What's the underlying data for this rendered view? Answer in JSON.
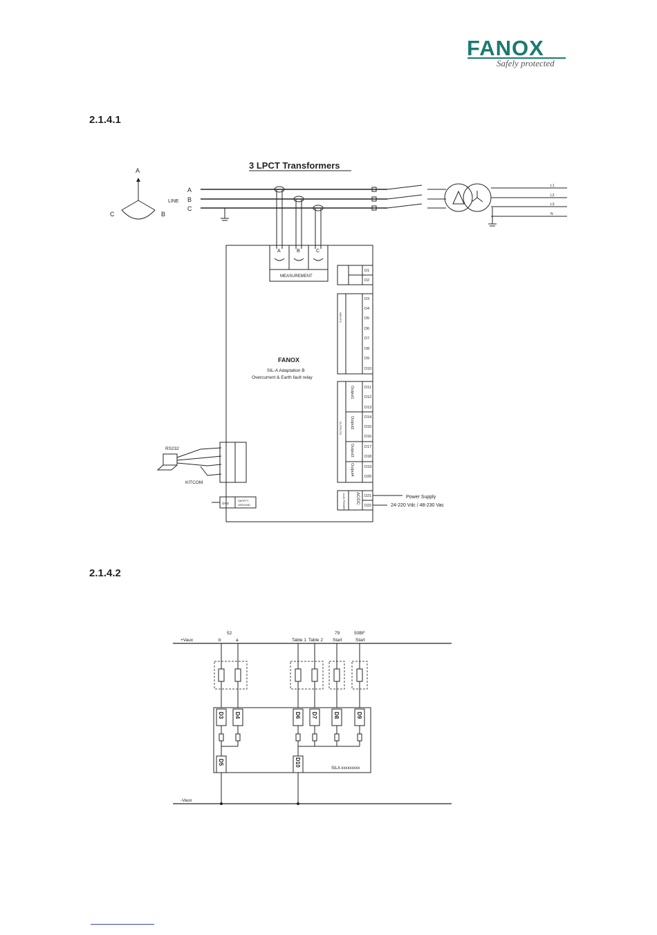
{
  "header": {
    "logo_text": "FANOX",
    "logo_tagline": "Safely protected",
    "brand_color": "#1a7a70"
  },
  "sections": [
    {
      "number": "2.1.4.1"
    },
    {
      "number": "2.1.4.2"
    }
  ],
  "diagram1": {
    "title": "3 LPCT Transformers",
    "phasor_labels": {
      "a": "A",
      "b": "B",
      "c": "C"
    },
    "line_label": "LINE",
    "line_phases": [
      "A",
      "B",
      "C"
    ],
    "load_labels": [
      "L1",
      "L2",
      "L3",
      "N"
    ],
    "measurement_ports": [
      "A",
      "B",
      "C"
    ],
    "measurement_label": "MEASUREMENT",
    "relay_brand": "FANOX",
    "relay_name": "SIL-A Adaptation B",
    "relay_desc": "Overcurrent & Earth fault relay",
    "comm": {
      "rs232": "RS232",
      "kitcom": "KITCOM"
    },
    "ground": {
      "gnd": "GND",
      "safety": "SAFETY",
      "ground": "GROUND"
    },
    "group_labels": {
      "inputs": "INPUTS",
      "outputs": "OUTPUTS",
      "aux_power": "AUX POWER",
      "ac_dc": "AC/DC"
    },
    "terminals": [
      "D1",
      "D2",
      "D3",
      "D4",
      "D5",
      "D6",
      "D7",
      "D8",
      "D9",
      "D10",
      "D11",
      "D12",
      "D13",
      "D14",
      "D15",
      "D16",
      "D17",
      "D18",
      "D19",
      "D20",
      "D21",
      "D22"
    ],
    "outputs": [
      "Output1",
      "Output2",
      "Output3",
      "Output4"
    ],
    "power_supply_label": "Power Supply",
    "power_supply_range": "24-220 Vdc / 48-230 Vac"
  },
  "diagram2": {
    "vaux_top": "+Vaux",
    "vaux_bottom": "-Vaux",
    "top_labels": {
      "s52": "52",
      "b": "b",
      "a": "a",
      "table1": "Table 1",
      "table2": "Table 2",
      "n79": "79",
      "n50bf": "50BF",
      "start1": "Start",
      "start2": "Start"
    },
    "inputs": [
      "D3",
      "D4",
      "D6",
      "D7",
      "D8",
      "D9"
    ],
    "commons": [
      "D5",
      "D10"
    ],
    "device_label": "SILA xxxxxxxxx"
  }
}
